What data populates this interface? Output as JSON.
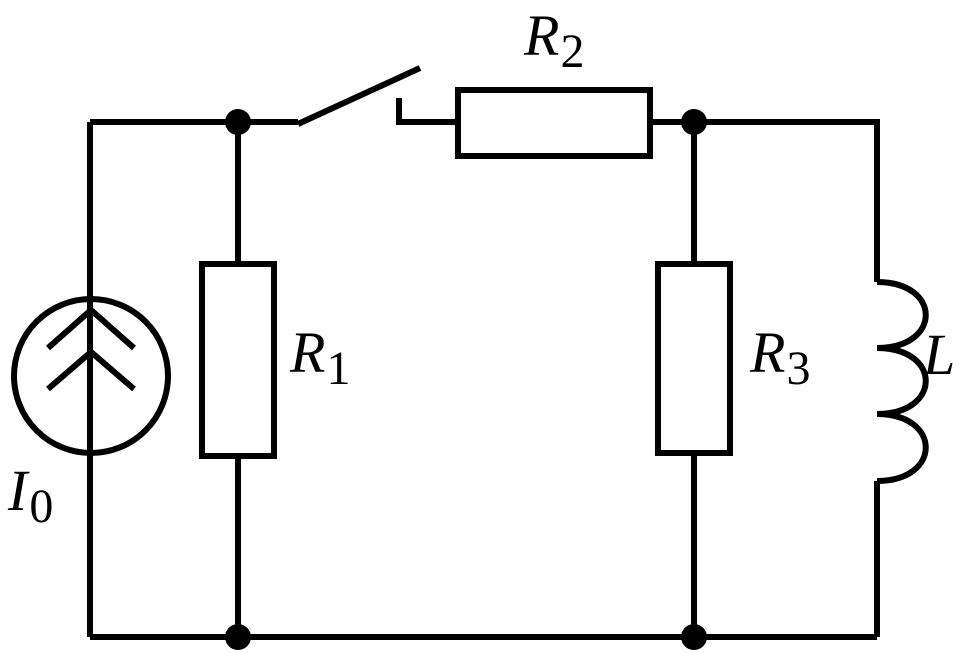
{
  "components": {
    "current_source": {
      "name": "I",
      "subscript": "0"
    },
    "r1": {
      "name": "R",
      "subscript": "1"
    },
    "r2": {
      "name": "R",
      "subscript": "2"
    },
    "r3": {
      "name": "R",
      "subscript": "3"
    },
    "inductor": {
      "name": "L"
    }
  },
  "colors": {
    "ink": "#000000",
    "background": "#ffffff"
  }
}
